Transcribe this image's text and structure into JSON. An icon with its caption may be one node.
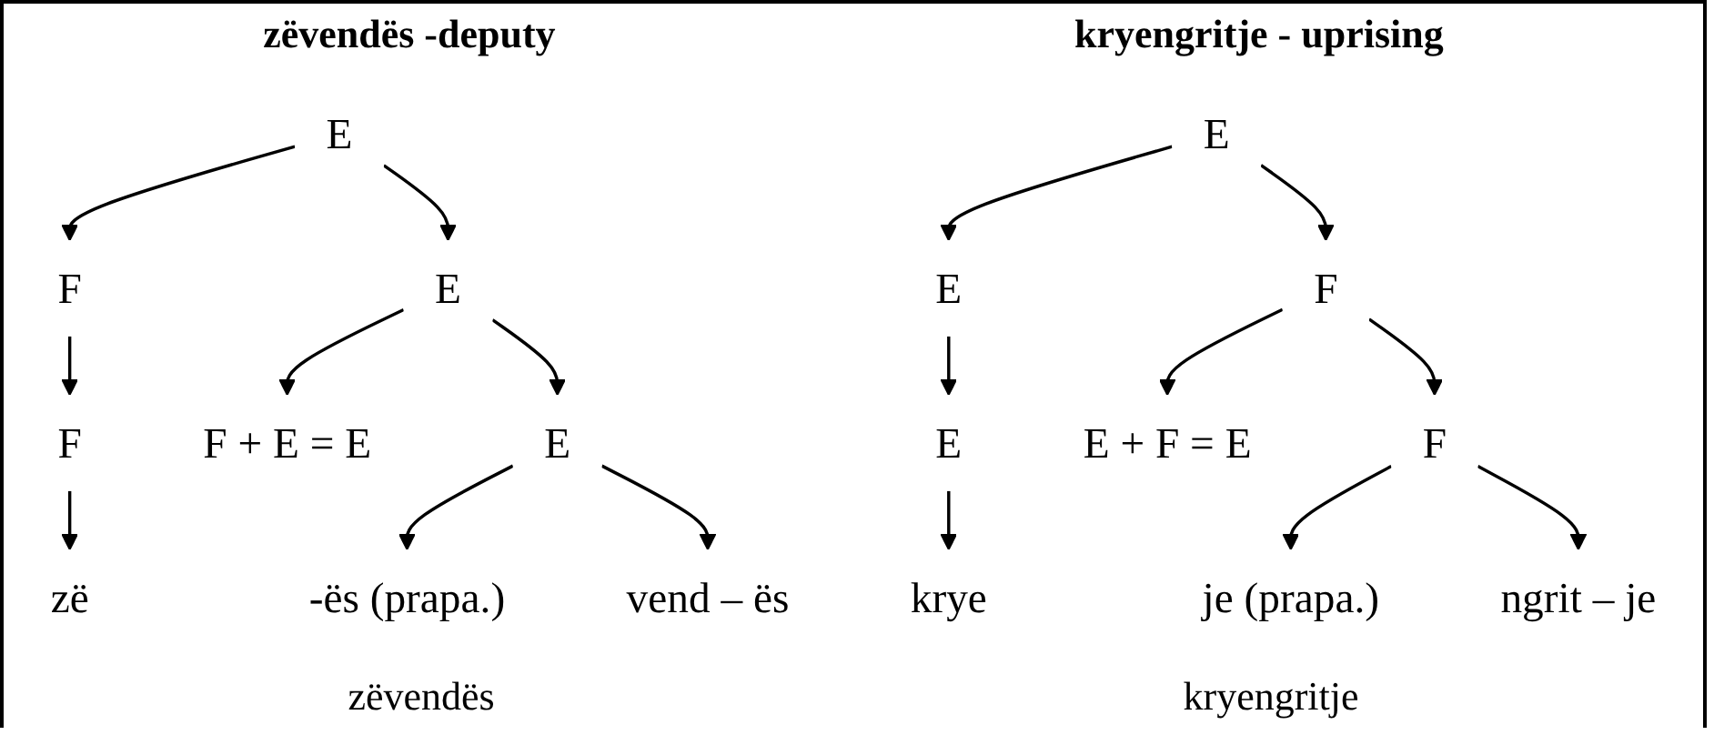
{
  "diagram": {
    "nodes": [
      {
        "text": [
          "E"
        ]
      },
      {
        "text": [
          "F"
        ]
      },
      {
        "text": [
          "E"
        ]
      },
      {
        "text": [
          "F + E = E"
        ]
      },
      {
        "text": [
          "F"
        ]
      },
      {
        "text": [
          "E"
        ]
      },
      {
        "text": [
          "-ës (prapa.)"
        ]
      },
      {
        "text": [
          "zë"
        ]
      },
      {
        "text": [
          "vend – ës"
        ]
      },
      {
        "text": [
          "E"
        ]
      },
      {
        "text": [
          "E"
        ]
      },
      {
        "text": [
          "F"
        ]
      },
      {
        "text": [
          "E + F = E"
        ]
      },
      {
        "text": [
          "E"
        ]
      },
      {
        "text": [
          "F"
        ]
      },
      {
        "text": [
          "je (prapa.)"
        ]
      },
      {
        "text": [
          "krye"
        ]
      },
      {
        "text": [
          "ngrit – je"
        ]
      }
    ],
    "edges": [
      {
        "from": 0,
        "to": 1,
        "arrow": "to"
      },
      {
        "from": 0,
        "to": 2,
        "arrow": "to"
      },
      {
        "from": 2,
        "to": 3,
        "arrow": "to"
      },
      {
        "from": 1,
        "to": 4,
        "arrow": "to"
      },
      {
        "from": 2,
        "to": 5,
        "arrow": "to"
      },
      {
        "from": 5,
        "to": 6,
        "arrow": "to"
      },
      {
        "from": 4,
        "to": 7,
        "arrow": "to"
      },
      {
        "from": 5,
        "to": 8,
        "arrow": "to"
      },
      {
        "from": 9,
        "to": 10,
        "arrow": "to"
      },
      {
        "from": 9,
        "to": 11,
        "arrow": "to"
      },
      {
        "from": 11,
        "to": 12,
        "arrow": "to"
      },
      {
        "from": 10,
        "to": 13,
        "arrow": "to"
      },
      {
        "from": 11,
        "to": 14,
        "arrow": "to"
      },
      {
        "from": 14,
        "to": 15,
        "arrow": "to"
      },
      {
        "from": 13,
        "to": 16,
        "arrow": "to"
      },
      {
        "from": 14,
        "to": 17,
        "arrow": "to"
      }
    ],
    "labels": [
      "zëvendës -deputy",
      "kryengritje - uprising",
      "zëvendës",
      "kryengritje"
    ]
  }
}
